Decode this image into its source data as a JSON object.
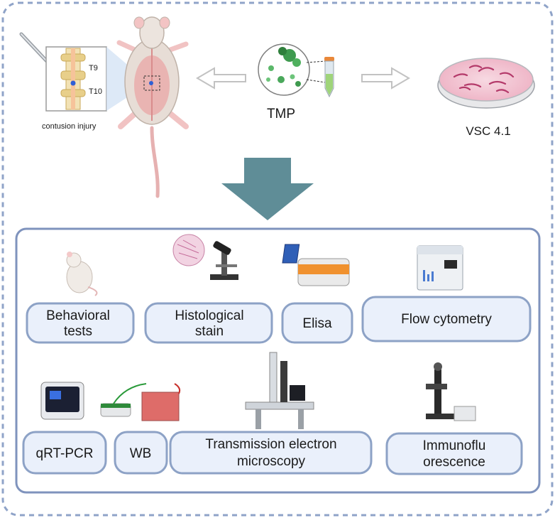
{
  "top": {
    "spine_labels": [
      "T9",
      "T10"
    ],
    "injury_caption": "contusion injury",
    "compound_label": "TMP",
    "cell_line_label": "VSC 4.1"
  },
  "methods": [
    {
      "id": "behavioral",
      "lines": [
        "Behavioral",
        "tests"
      ]
    },
    {
      "id": "histological",
      "lines": [
        "Histological",
        "stain"
      ]
    },
    {
      "id": "elisa",
      "lines": [
        "Elisa"
      ]
    },
    {
      "id": "flow",
      "lines": [
        "Flow cytometry"
      ]
    },
    {
      "id": "qrtpcr",
      "lines": [
        "qRT-PCR"
      ]
    },
    {
      "id": "wb",
      "lines": [
        "WB"
      ]
    },
    {
      "id": "tem",
      "lines": [
        "Transmission electron",
        "microscopy"
      ]
    },
    {
      "id": "if",
      "lines": [
        "Immunoflu",
        "orescence"
      ]
    }
  ],
  "colors": {
    "frame": "#8fa3c8",
    "box": "#7f93bd",
    "pill_fill": "#eaf0fb",
    "big_arrow": "#5f8d97",
    "gray_arrow": "#c9c9c9",
    "dish": "#f3c6d3"
  }
}
